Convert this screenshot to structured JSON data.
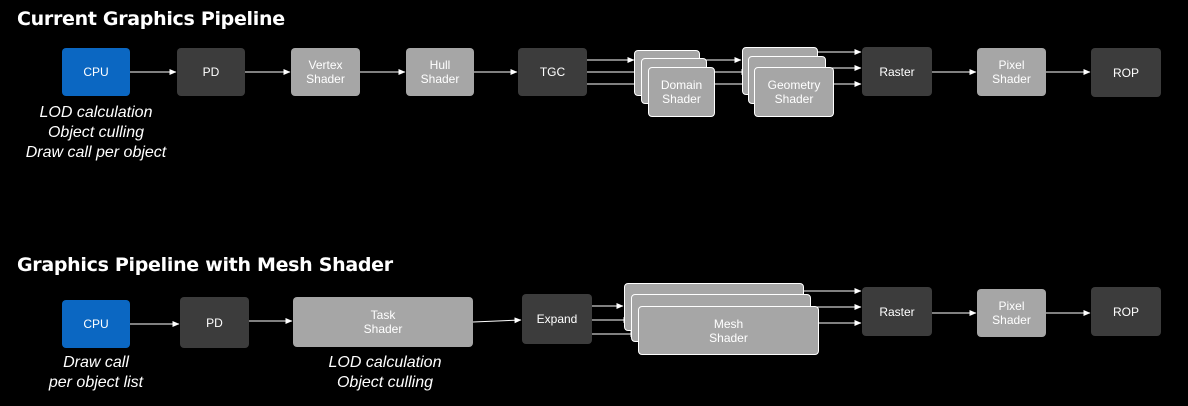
{
  "top": {
    "title": "Current Graphics Pipeline",
    "cpu": "CPU",
    "pd": "PD",
    "vertex": [
      "Vertex",
      "Shader"
    ],
    "hull": [
      "Hull",
      "Shader"
    ],
    "tgc": "TGC",
    "domain": [
      "Domain",
      "Shader"
    ],
    "geometry": [
      "Geometry",
      "Shader"
    ],
    "raster": "Raster",
    "pixel": [
      "Pixel",
      "Shader"
    ],
    "rop": "ROP",
    "cpu_notes": [
      "LOD calculation",
      "Object culling",
      "Draw call per object"
    ]
  },
  "bottom": {
    "title": "Graphics Pipeline with Mesh Shader",
    "cpu": "CPU",
    "pd": "PD",
    "task": [
      "Task",
      "Shader"
    ],
    "expand": "Expand",
    "mesh": [
      "Mesh",
      "Shader"
    ],
    "raster": "Raster",
    "pixel": [
      "Pixel",
      "Shader"
    ],
    "rop": "ROP",
    "cpu_notes": [
      "Draw call",
      "per object list"
    ],
    "task_notes": [
      "LOD calculation",
      "Object culling"
    ]
  },
  "colors": {
    "cpu": "#0b67c2",
    "fixed_function": "#3c3c3c",
    "programmable": "#a6a6a6",
    "background": "#000000"
  }
}
